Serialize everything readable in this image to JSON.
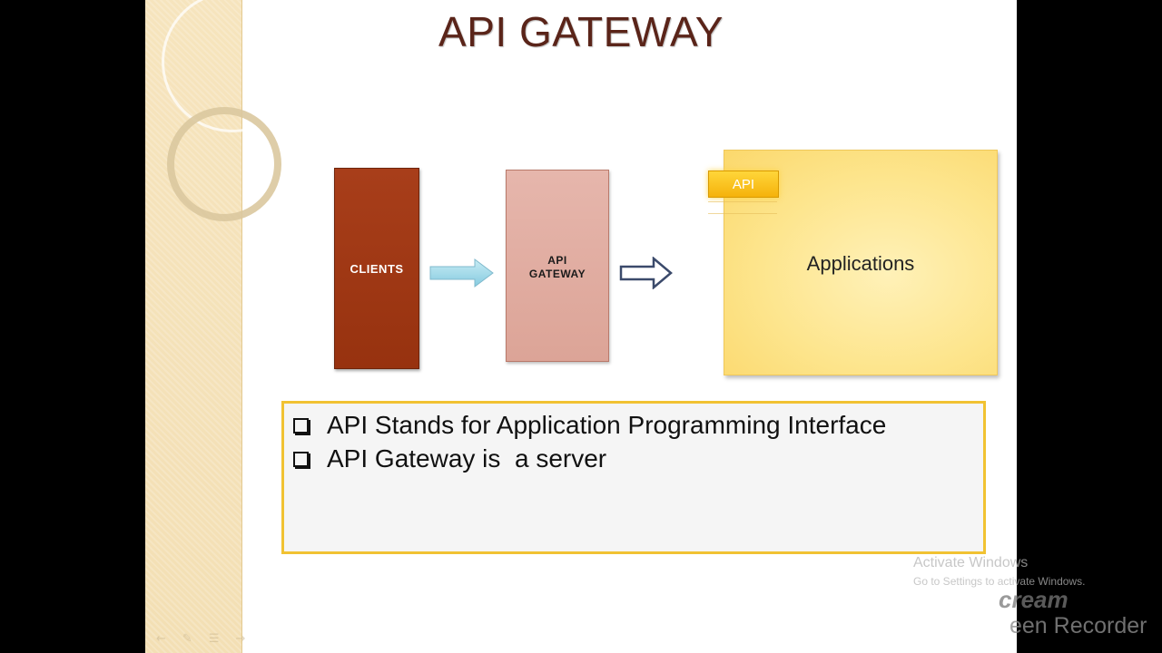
{
  "slide": {
    "title": "API GATEWAY",
    "diagram": {
      "clients_label": "CLIENTS",
      "gateway_label": "API\nGATEWAY",
      "api_tag": "API",
      "applications_label": "Applications"
    },
    "bullets": [
      "API Stands for Application Programming Interface",
      "API Gateway is  a server"
    ]
  },
  "overlay": {
    "activate_title": "Activate Windows",
    "activate_sub": "Go to Settings to activate Windows.",
    "recorder_brand": "cream",
    "recorder_name": "een Recorder"
  },
  "colors": {
    "title": "#5a2419",
    "clients_box": "#a83e1a",
    "gateway_box": "#e6b6ac",
    "applications_box": "#fde58d",
    "api_tag": "#f5b20b",
    "bullet_border": "#f1c232"
  },
  "icons": [
    "slide-nav-prev-icon",
    "slide-nav-pen-icon",
    "slide-nav-menu-icon",
    "slide-nav-next-icon"
  ]
}
